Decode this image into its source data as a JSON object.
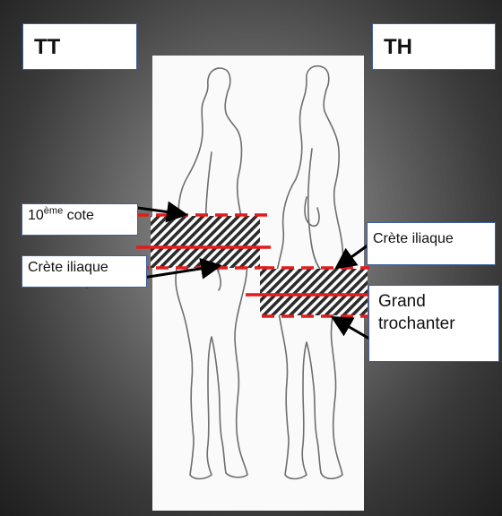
{
  "titles": {
    "left": "TT",
    "right": "TH"
  },
  "labels": {
    "rib_prefix": "10",
    "rib_superscript": "ème",
    "rib_suffix": " cote",
    "crest_left": "Crète iliaque",
    "crest_right": "Crète iliaque",
    "trochanter_line1": "Grand",
    "trochanter_line2": "trochanter"
  },
  "colors": {
    "accent_red": "#e31b1b",
    "box_border": "#3d5fa0",
    "hatch": "#2b2b2b"
  }
}
